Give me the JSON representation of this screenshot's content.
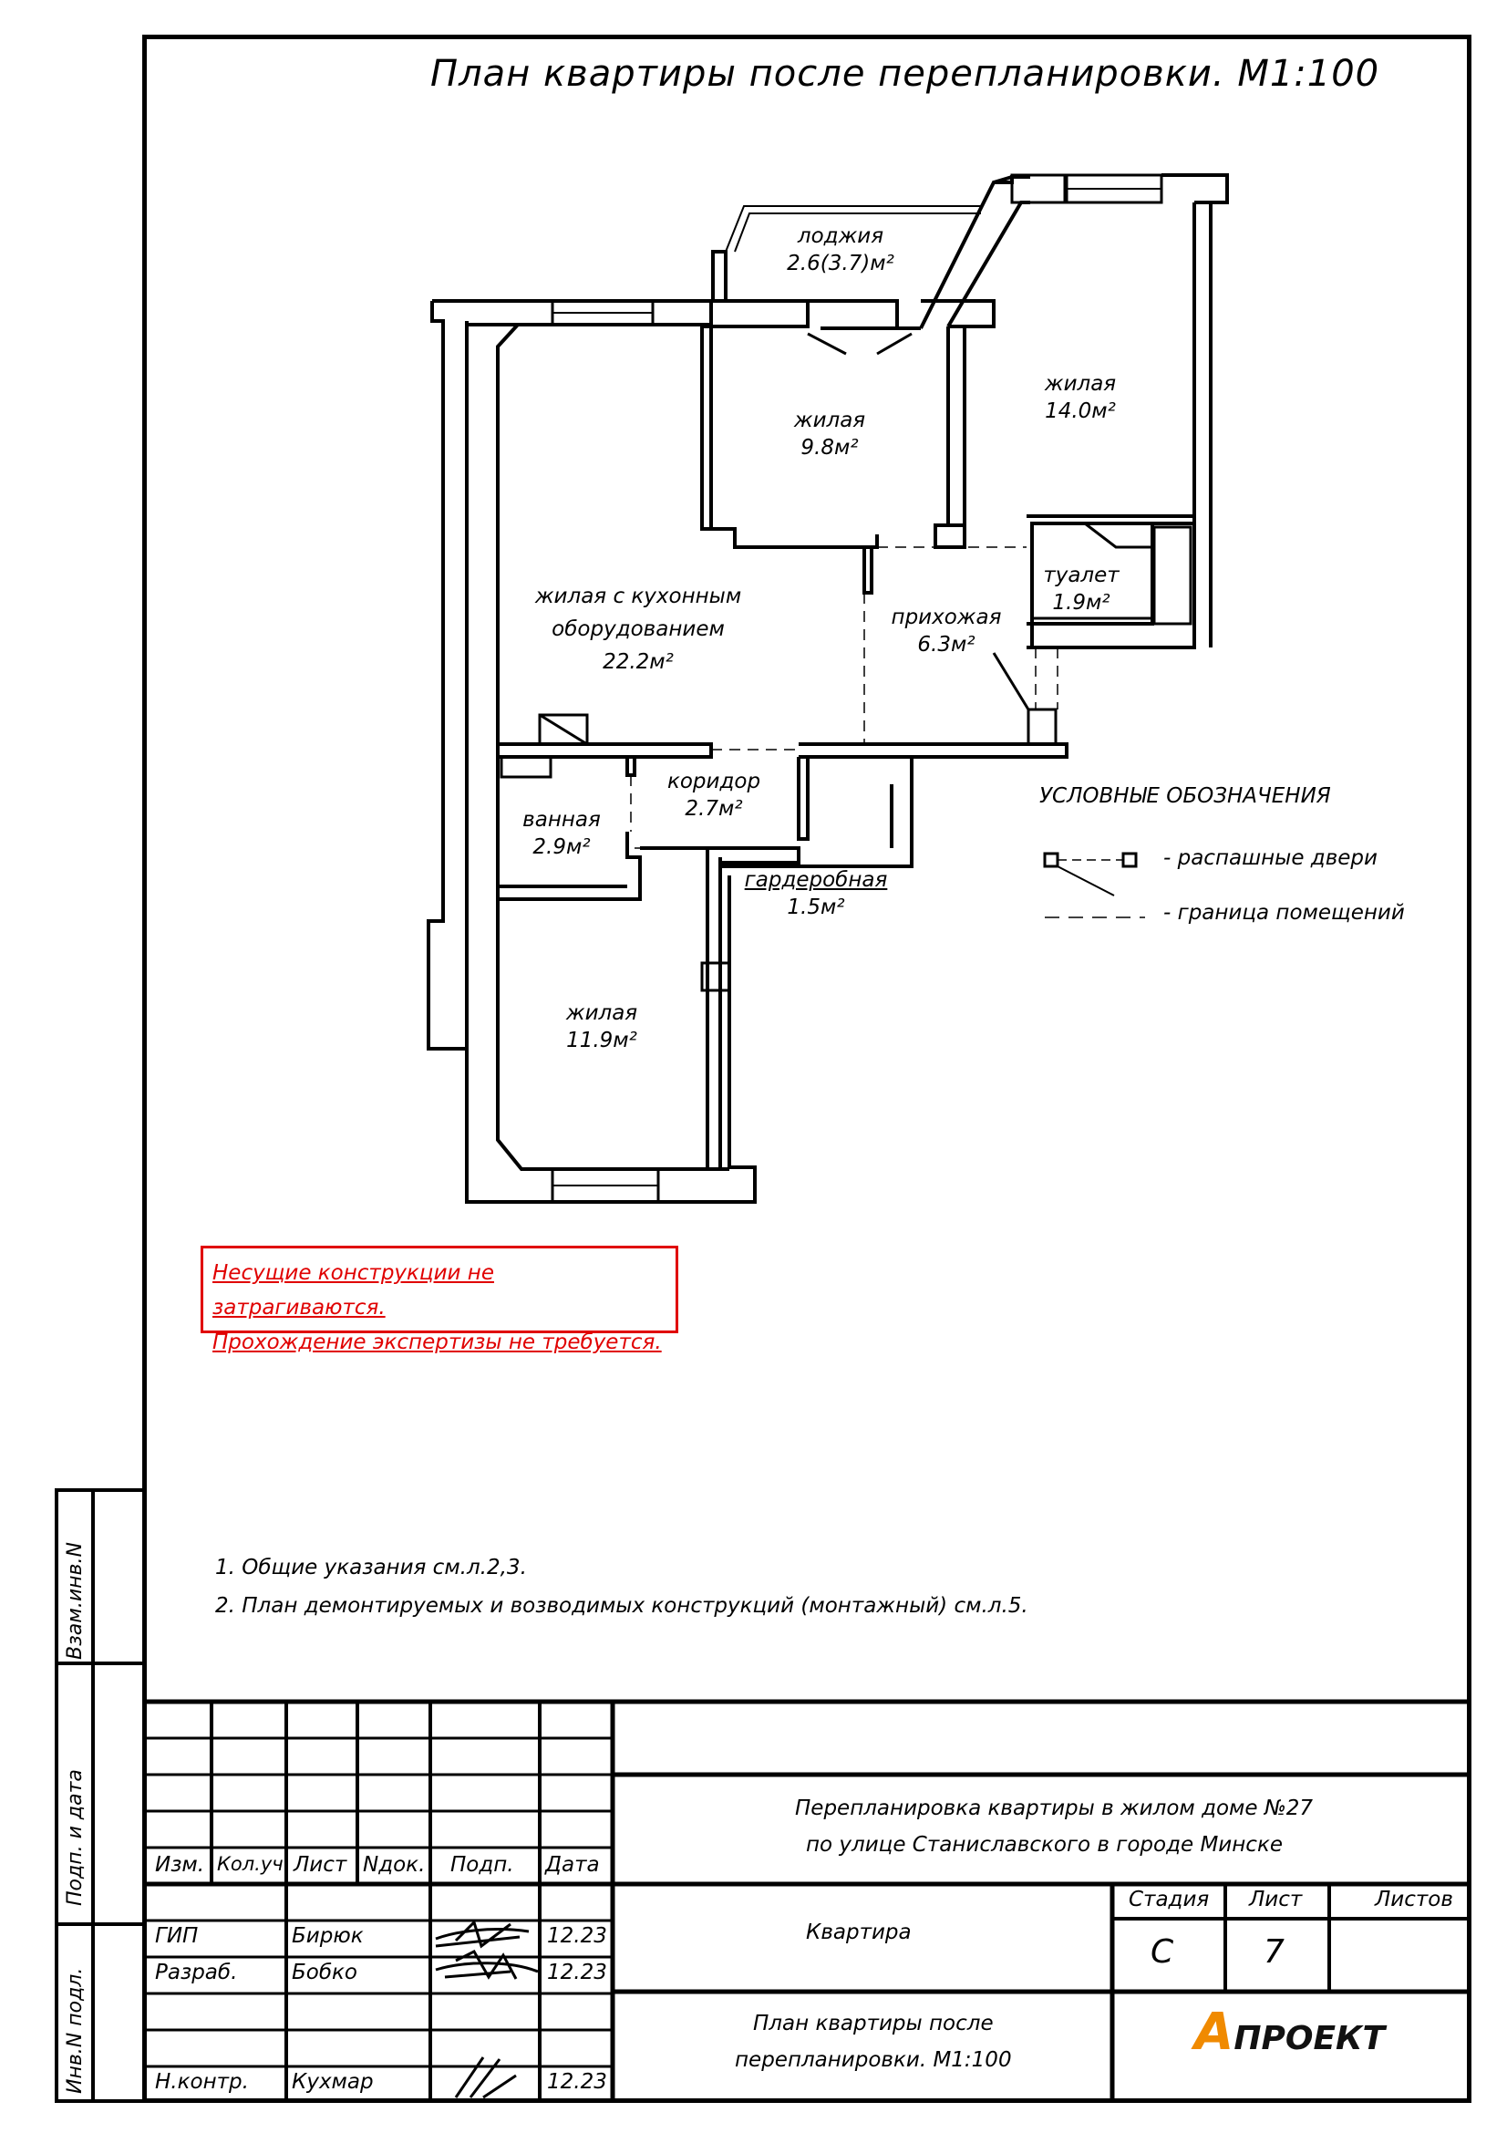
{
  "title": "План квартиры после перепланировки. М1:100",
  "rooms": [
    {
      "id": "loggia",
      "name": "лоджия",
      "area": "2.6(3.7)м²"
    },
    {
      "id": "living-9",
      "name": "жилая",
      "area": "9.8м²"
    },
    {
      "id": "living-14",
      "name": "жилая",
      "area": "14.0м²"
    },
    {
      "id": "living-kitchen",
      "name": "жилая с кухонным оборудованием",
      "name_line1": "жилая с кухонным",
      "name_line2": "оборудованием",
      "area": "22.2м²"
    },
    {
      "id": "hall",
      "name": "прихожая",
      "area": "6.3м²"
    },
    {
      "id": "toilet",
      "name": "туалет",
      "area": "1.9м²"
    },
    {
      "id": "corridor",
      "name": "коридор",
      "area": "2.7м²"
    },
    {
      "id": "bath",
      "name": "ванная",
      "area": "2.9м²"
    },
    {
      "id": "wardrobe",
      "name": "гардеробная",
      "area": "1.5м²"
    },
    {
      "id": "living-11",
      "name": "жилая",
      "area": "11.9м²"
    }
  ],
  "legend": {
    "title": "УСЛОВНЫЕ ОБОЗНАЧЕНИЯ",
    "items": [
      "- распашные двери",
      "- граница помещений"
    ]
  },
  "warning": {
    "line1": "Несущие конструкции не затрагиваются.",
    "line2": "Прохождение экспертизы не требуется."
  },
  "notes": [
    "1.  Общие указания см.л.2,3.",
    "2.  План демонтируемых и возводимых конструкций (монтажный) см.л.5."
  ],
  "side_labels": [
    "Взам.инв.N",
    "Подп. и дата",
    "Инв.N подл."
  ],
  "title_block": {
    "headers": [
      "Изм.",
      "Кол.уч.",
      "Лист",
      "Nдок.",
      "Подп.",
      "Дата"
    ],
    "people": [
      {
        "role": "ГИП",
        "name": "Бирюк",
        "date": "12.23"
      },
      {
        "role": "Разраб.",
        "name": "Бобко",
        "date": "12.23"
      },
      {
        "role": "Н.контр.",
        "name": "Кухмар",
        "date": "12.23"
      }
    ],
    "project_line1": "Перепланировка квартиры в жилом доме №27",
    "project_line2": "по улице Станиславского в городе Минске",
    "object": "Квартира",
    "stage_header": "Стадия",
    "sheet_header": "Лист",
    "sheets_header": "Листов",
    "stage": "С",
    "sheet": "7",
    "sheets": "",
    "drawing_line1": "План квартиры после",
    "drawing_line2": "перепланировки. М1:100",
    "logo_mark": "А",
    "logo_text": "ПРОЕКТ"
  }
}
